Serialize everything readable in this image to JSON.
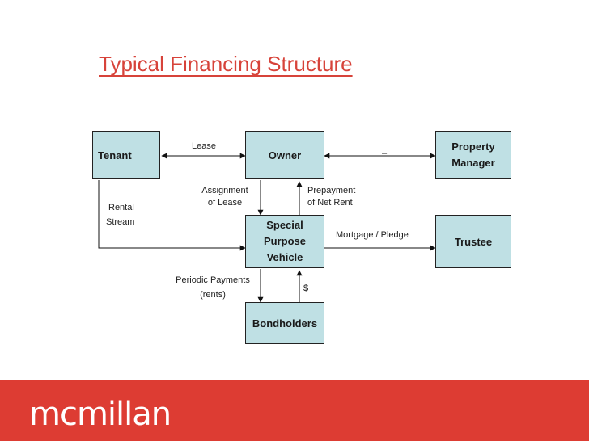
{
  "title": "Typical Financing Structure",
  "nodes": {
    "tenant": "Tenant",
    "owner": "Owner",
    "property_manager_line1": "Property",
    "property_manager_line2": "Manager",
    "spv_line1": "Special",
    "spv_line2": "Purpose",
    "spv_line3": "Vehicle",
    "trustee": "Trustee",
    "bondholders": "Bondholders"
  },
  "edge_labels": {
    "lease": "Lease",
    "assignment_line1": "Assignment",
    "assignment_line2": "of Lease",
    "prepayment_line1": "Prepayment",
    "prepayment_line2": "of Net Rent",
    "rental_line1": "Rental",
    "rental_line2": "Stream",
    "mortgage": "Mortgage / Pledge",
    "periodic_line1": "Periodic Payments",
    "periodic_line2": "(rents)",
    "dollar": "$",
    "dash": "–"
  },
  "footer": {
    "logo": "mcmillan"
  },
  "colors": {
    "accent": "#dd3c33",
    "box_fill": "#bfe0e4"
  }
}
